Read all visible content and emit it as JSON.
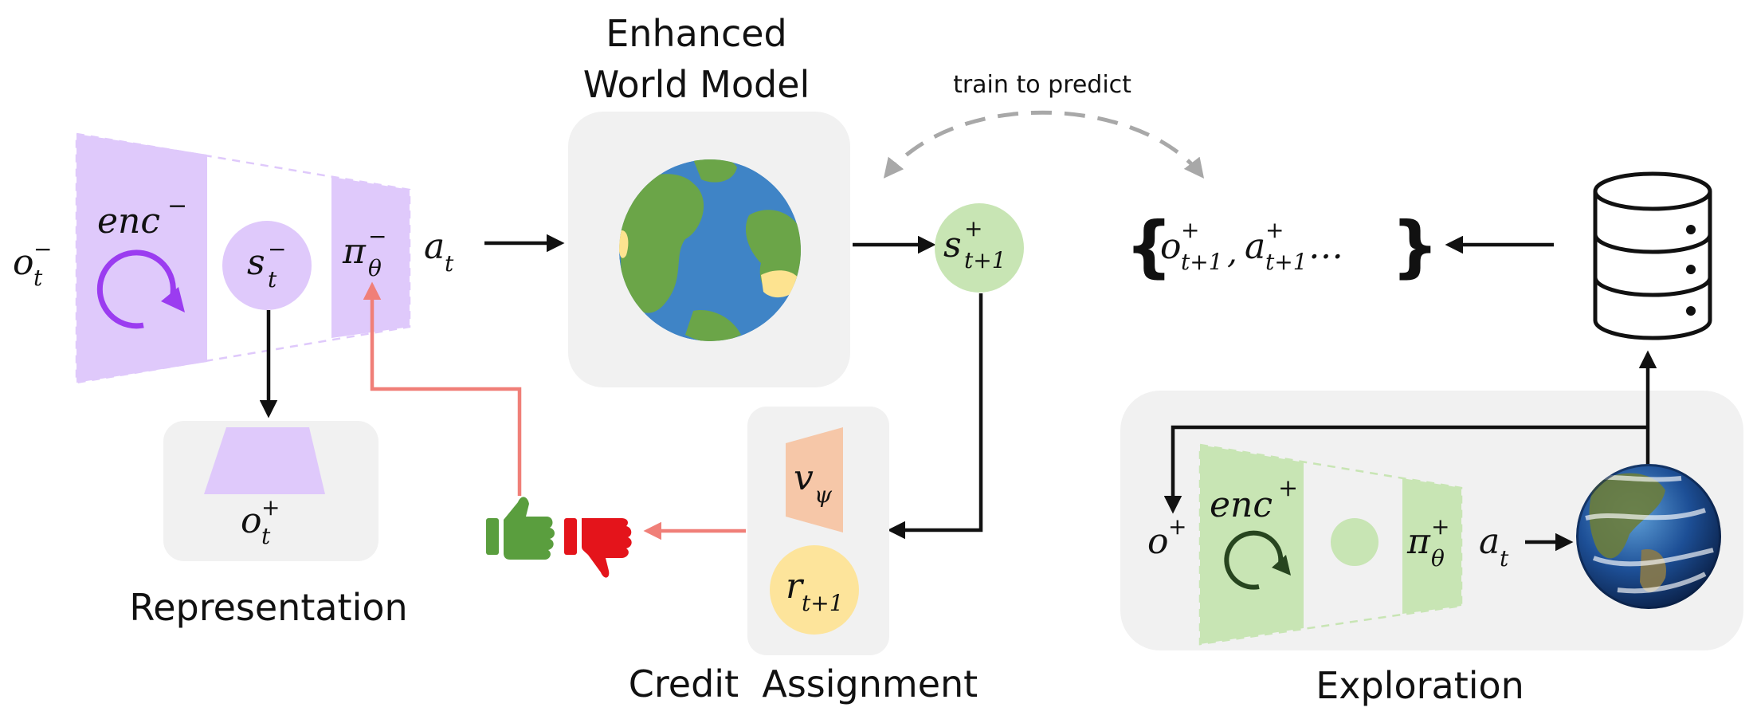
{
  "titles": {
    "world_model_line1": "Enhanced",
    "world_model_line2": "World Model",
    "representation": "Representation",
    "credit_assignment": "Credit  Assignment",
    "exploration": "Exploration",
    "train_to_predict": "train to predict"
  },
  "symbols": {
    "o_t_minus": {
      "base": "o",
      "sup": "−",
      "sub": "t"
    },
    "enc_minus": {
      "base": "enc",
      "sup": "−"
    },
    "s_t_minus": {
      "base": "s",
      "sup": "−",
      "sub": "t"
    },
    "pi_theta_minus": {
      "base": "π",
      "sup": "−",
      "sub": "θ"
    },
    "a_t": {
      "base": "a",
      "sub": "t"
    },
    "s_t1_plus": {
      "base": "s",
      "sup": "+",
      "sub": "t+1"
    },
    "o_t_plus": {
      "base": "o",
      "sup": "+",
      "sub": "t"
    },
    "v_psi": {
      "base": "v",
      "sub": "ψ"
    },
    "r_t1": {
      "base": "r",
      "sub": "t+1"
    },
    "o_plus": {
      "base": "o",
      "sup": "+"
    },
    "enc_plus": {
      "base": "enc",
      "sup": "+"
    },
    "pi_theta_plus": {
      "base": "π",
      "sup": "+",
      "sub": "θ"
    },
    "a_t_exploration": {
      "base": "a",
      "sub": "t"
    },
    "seq_o": {
      "base": "o",
      "sup": "+",
      "sub": "t+1"
    },
    "seq_a": {
      "base": "a",
      "sup": "+",
      "sub": "t+1"
    },
    "seq_comma": ",",
    "seq_ellipsis": "…",
    "brace_open": "{",
    "brace_close": "}"
  },
  "colors": {
    "purple_fill": "#dfc9fb",
    "purple_arrow": "#9b3cf0",
    "green_fill": "#c8e5b4",
    "green_dark": "#27451f",
    "panel_gray": "#f1f1f1",
    "salmon_arrow": "#f07f78",
    "value_orange": "#f6c7a8",
    "reward_yellow": "#fde49b",
    "thumbs_up": "#5a9e3e",
    "thumbs_down": "#e4141b",
    "dashed_gray": "#a8a8a8",
    "earth_blue": "#3f84c6",
    "earth_green": "#6ba548",
    "earth_sand": "#fde390"
  },
  "icons": [
    "cycle-arrow-icon",
    "earth-icon",
    "database-icon",
    "thumbs-up-icon",
    "thumbs-down-icon",
    "earth-photo-icon"
  ]
}
